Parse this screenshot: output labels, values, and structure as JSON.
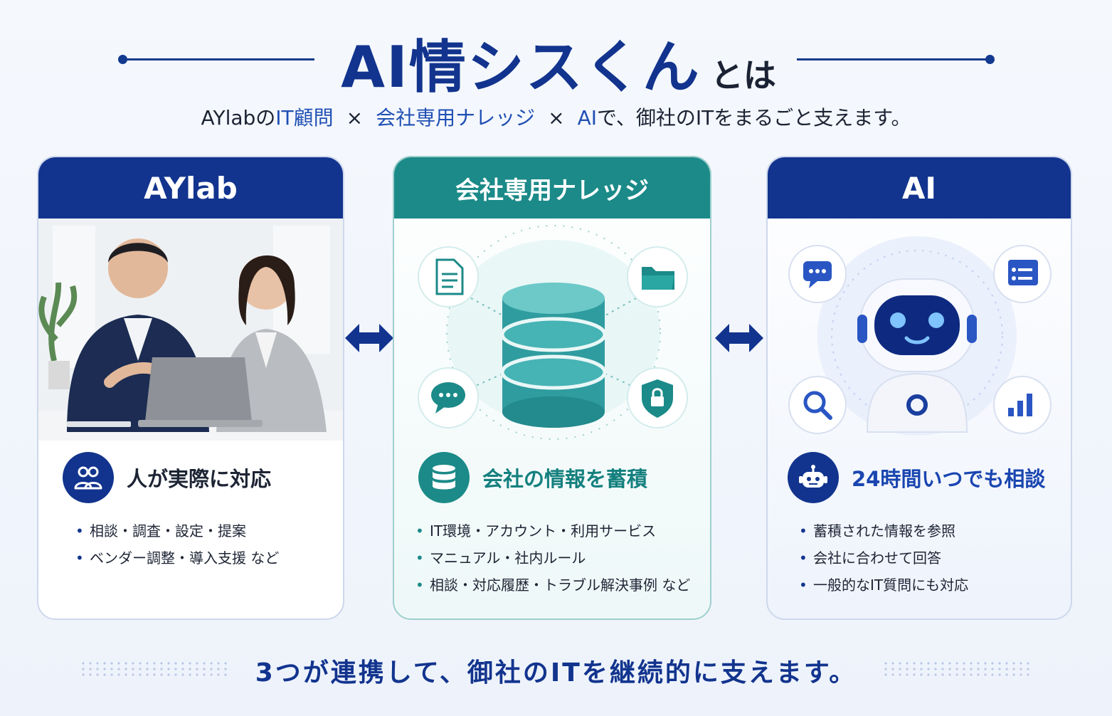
{
  "header": {
    "title_main": "AI情シスくん",
    "title_suffix": "とは"
  },
  "subtitle": {
    "part1_brand": "AYlab",
    "part1_particle": "の",
    "part1_accent": "IT顧問",
    "times1": "×",
    "part2_accent": "会社専用ナレッジ",
    "times2": "×",
    "part3_accent": "AI",
    "tail": "で、御社のITをまるごと支えます。"
  },
  "cards": [
    {
      "heading": "AYlab",
      "feature_title": "人が実際に対応",
      "bullets": [
        "相談・調査・設定・提案",
        "ベンダー調整・導入支援 など"
      ]
    },
    {
      "heading": "会社専用ナレッジ",
      "feature_title": "会社の情報を蓄積",
      "bullets": [
        "IT環境・アカウント・利用サービス",
        "マニュアル・社内ルール",
        "相談・対応履歴・トラブル解決事例 など"
      ]
    },
    {
      "heading": "AI",
      "feature_title": "24時間いつでも相談",
      "bullets": [
        "蓄積された情報を参照",
        "会社に合わせて回答",
        "一般的なIT質問にも対応"
      ]
    }
  ],
  "footer": {
    "message": "3つが連携して、御社のITを継続的に支えます。"
  },
  "colors": {
    "navy": "#12348e",
    "teal": "#1b8a88",
    "blue_accent": "#1f4fb4"
  },
  "icons": [
    "people-icon",
    "database-icon",
    "robot-icon",
    "document-icon",
    "folder-icon",
    "chat-icon",
    "shield-lock-icon",
    "search-icon",
    "chart-icon",
    "list-window-icon",
    "double-arrow-icon"
  ]
}
